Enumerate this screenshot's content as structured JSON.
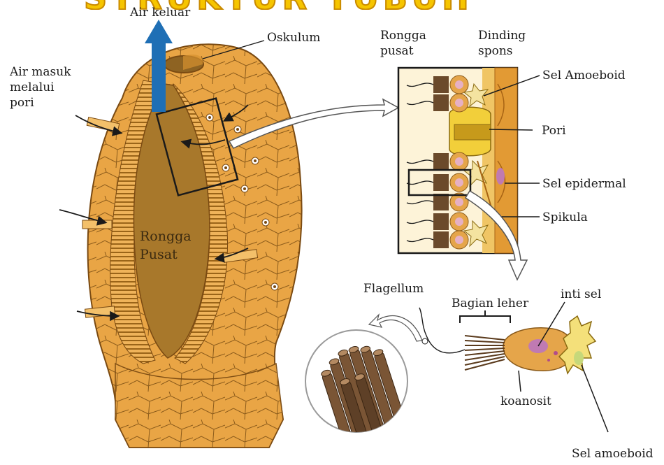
{
  "title_fragment": "STRUKTUR TUBUH PORIFERA",
  "labels": {
    "air_keluar": "Air keluar",
    "oskulum": "Oskulum",
    "air_masuk": [
      "Air masuk",
      "melalui",
      "pori"
    ],
    "rongga_pusat_body": [
      "Rongga",
      "Pusat"
    ],
    "rongga_pusat_top": [
      "Rongga",
      "pusat"
    ],
    "dinding_spons": [
      "Dinding",
      "spons"
    ],
    "sel_amoeboid_top": "Sel Amoeboid",
    "pori": "Pori",
    "sel_epidermal": "Sel epidermal",
    "spikula": "Spikula",
    "flagellum": "Flagellum",
    "bagian_leher": "Bagian leher",
    "inti_sel": "inti sel",
    "koanosit": "koanosit",
    "sel_amoeboid_bottom": "Sel amoeboid"
  },
  "colors": {
    "body_fill": "#e9a545",
    "body_outline": "#7a4a12",
    "cavity": "#a8782b",
    "cavity_dark": "#8e6322",
    "collar_stripe": "#c8892a",
    "arrow_blue": "#1f6fb5",
    "cell_pink": "#e6b0c4",
    "nucleus": "#b24c8a",
    "pore_yellow": "#f2cf3a",
    "epidermis": "#e29a34",
    "panel_bg": "#fdf3d8",
    "flagella_brown": "#6b4a2b"
  }
}
